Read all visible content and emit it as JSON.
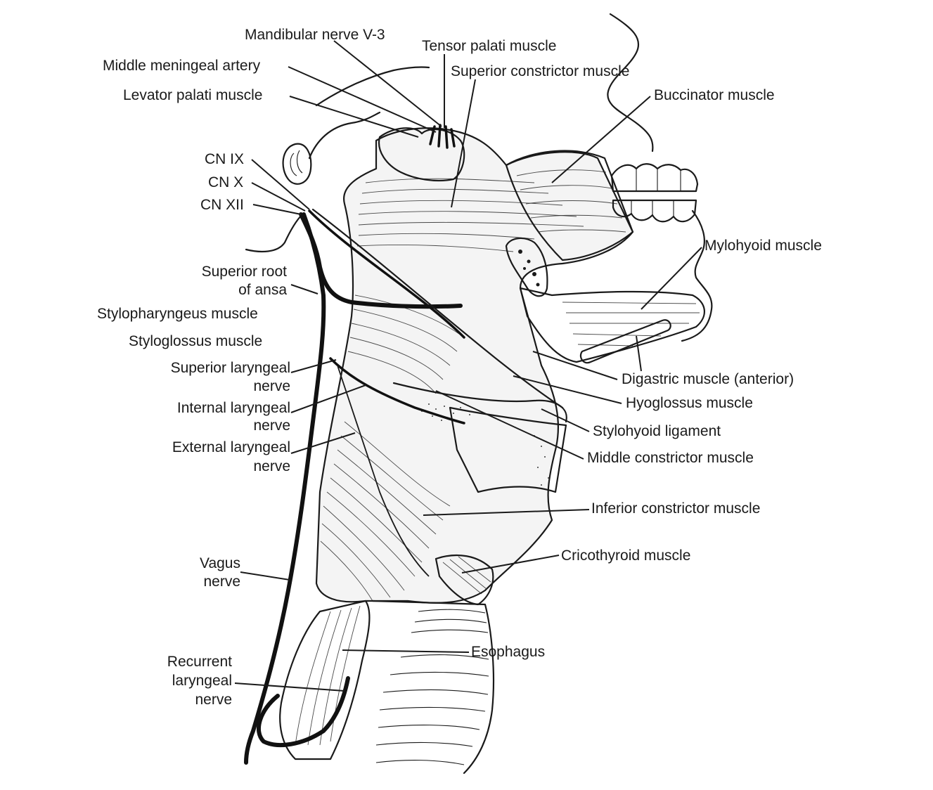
{
  "labels": {
    "mandibular_nerve": "Mandibular nerve V-3",
    "tensor_palati": "Tensor palati muscle",
    "middle_meningeal": "Middle meningeal artery",
    "superior_constrictor": "Superior constrictor muscle",
    "levator_palati": "Levator palati muscle",
    "buccinator": "Buccinator muscle",
    "cn_ix": "CN IX",
    "cn_x": "CN X",
    "cn_xii": "CN XII",
    "mylohyoid": "Mylohyoid muscle",
    "superior_root_1": "Superior root",
    "superior_root_2": "of ansa",
    "stylopharyngeus": "Stylopharyngeus muscle",
    "styloglossus": "Styloglossus muscle",
    "superior_laryngeal_1": "Superior laryngeal",
    "superior_laryngeal_2": "nerve",
    "digastric": "Digastric muscle (anterior)",
    "hyoglossus": "Hyoglossus muscle",
    "internal_laryngeal_1": "Internal laryngeal",
    "internal_laryngeal_2": "nerve",
    "stylohyoid": "Stylohyoid ligament",
    "external_laryngeal_1": "External laryngeal",
    "external_laryngeal_2": "nerve",
    "middle_constrictor": "Middle constrictor muscle",
    "inferior_constrictor": "Inferior constrictor muscle",
    "cricothyroid": "Cricothyroid muscle",
    "vagus_1": "Vagus",
    "vagus_2": "nerve",
    "esophagus": "Esophagus",
    "recurrent_1": "Recurrent",
    "recurrent_2": "laryngeal",
    "recurrent_3": "nerve"
  }
}
